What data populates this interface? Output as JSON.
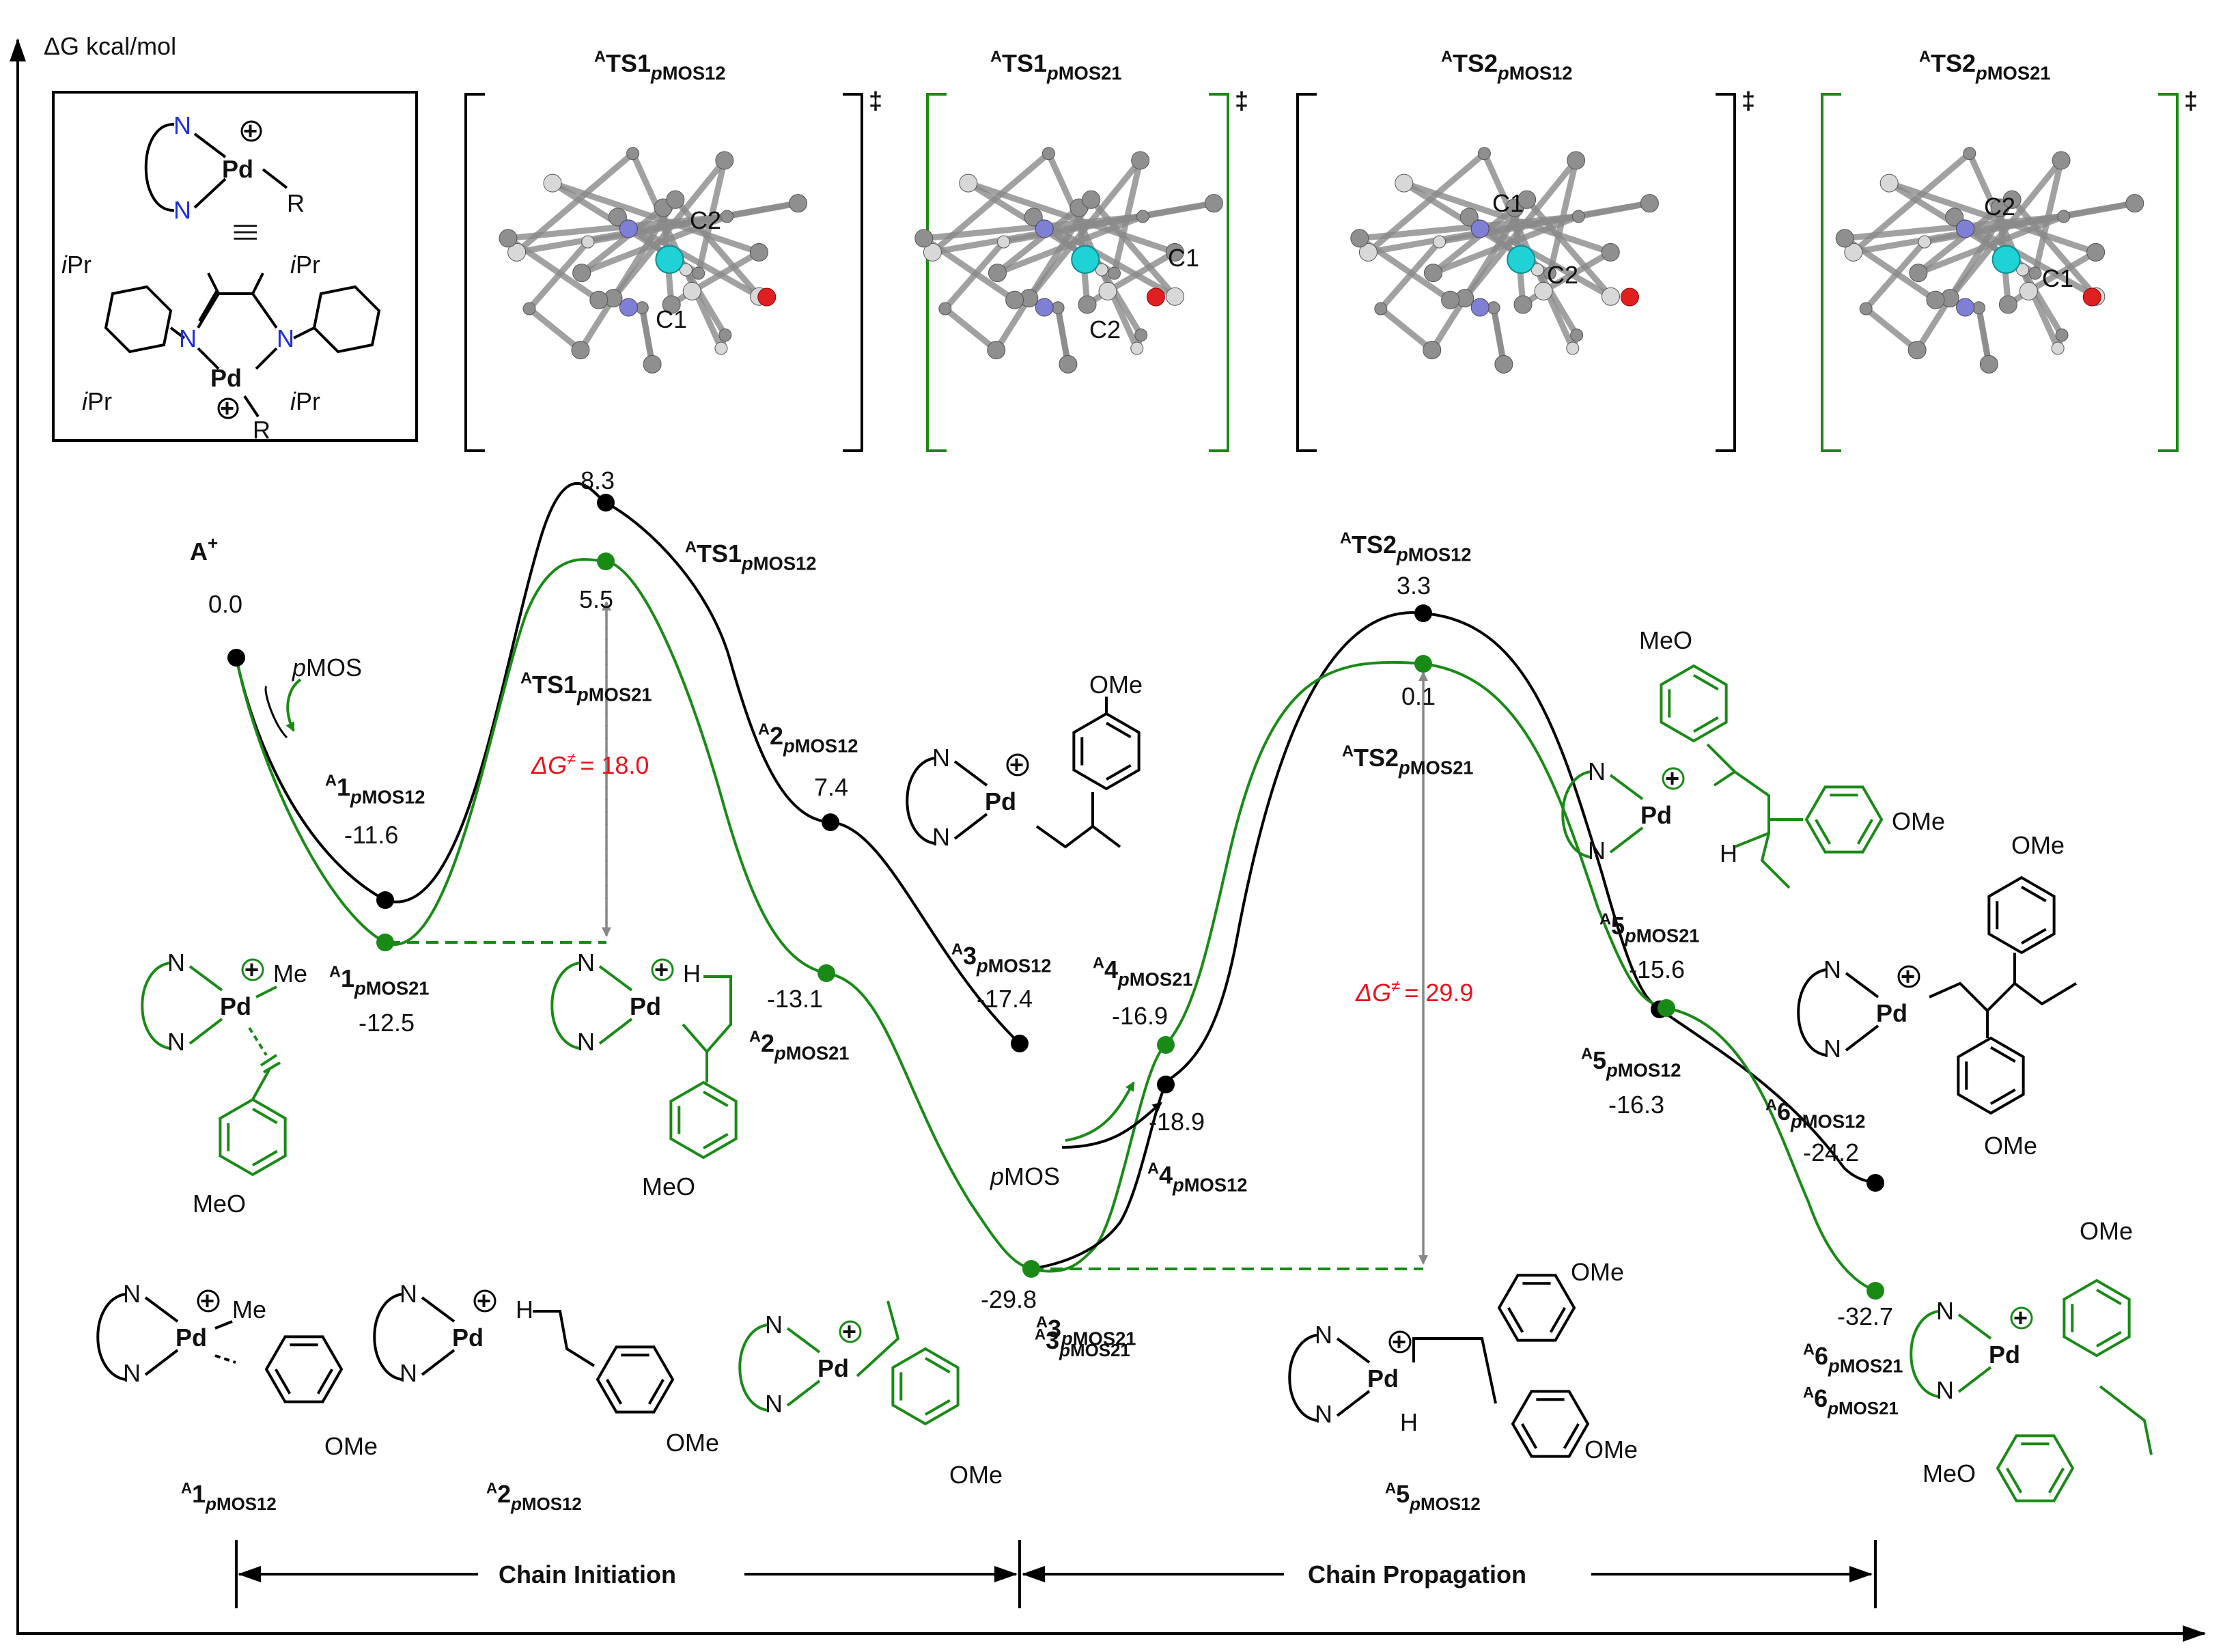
{
  "axis_label": "ΔG kcal/mol",
  "colors": {
    "pmos12": "#000000",
    "pmos21": "#1a8a17",
    "barrier": "#e8141c",
    "nitrogen": "#1d2fd8",
    "guide": "#888888"
  },
  "catalyst_key": {
    "n": "N",
    "pd": "Pd",
    "r": "R",
    "ipr_prefix": "i",
    "ipr_suffix": "Pr",
    "me": "Me",
    "equiv": "|||"
  },
  "ts_structures": [
    {
      "sup": "A",
      "name": "TS1",
      "sub": "pMOS12",
      "color": "black",
      "atom_labels": [
        "C2",
        "C1"
      ]
    },
    {
      "sup": "A",
      "name": "TS1",
      "sub": "pMOS21",
      "color": "green",
      "atom_labels": [
        "C1",
        "C2"
      ]
    },
    {
      "sup": "A",
      "name": "TS2",
      "sub": "pMOS12",
      "color": "black",
      "atom_labels": [
        "C1",
        "C2"
      ]
    },
    {
      "sup": "A",
      "name": "TS2",
      "sub": "pMOS21",
      "color": "green",
      "atom_labels": [
        "C2",
        "C1"
      ]
    }
  ],
  "dagger": "‡",
  "profile": {
    "start": {
      "name": "A",
      "charge": "+",
      "value": "0.0"
    },
    "pmos12": [
      {
        "sup": "A",
        "name": "1",
        "sub": "pMOS12",
        "value": "-11.6"
      },
      {
        "sup": "A",
        "name": "TS1",
        "sub": "pMOS12",
        "value": "8.3"
      },
      {
        "sup": "A",
        "name": "2",
        "sub": "pMOS12",
        "value": "7.4"
      },
      {
        "sup": "A",
        "name": "3",
        "sub": "pMOS12",
        "value": "-17.4"
      },
      {
        "sup": "A",
        "name": "4",
        "sub": "pMOS12",
        "value": "-18.9"
      },
      {
        "sup": "A",
        "name": "TS2",
        "sub": "pMOS12",
        "value": "3.3"
      },
      {
        "sup": "A",
        "name": "5",
        "sub": "pMOS12",
        "value": "-16.3"
      },
      {
        "sup": "A",
        "name": "6",
        "sub": "pMOS12",
        "value": "-24.2"
      }
    ],
    "pmos21": [
      {
        "sup": "A",
        "name": "1",
        "sub": "pMOS21",
        "value": "-12.5"
      },
      {
        "sup": "A",
        "name": "TS1",
        "sub": "pMOS21",
        "value": "5.5"
      },
      {
        "sup": "A",
        "name": "2",
        "sub": "pMOS21",
        "value": "-13.1"
      },
      {
        "sup": "A",
        "name": "3",
        "sub": "pMOS21",
        "value": "-29.8"
      },
      {
        "sup": "A",
        "name": "4",
        "sub": "pMOS21",
        "value": "-16.9"
      },
      {
        "sup": "A",
        "name": "TS2",
        "sub": "pMOS21",
        "value": "0.1"
      },
      {
        "sup": "A",
        "name": "5",
        "sub": "pMOS21",
        "value": "-15.6"
      },
      {
        "sup": "A",
        "name": "6",
        "sub": "pMOS21",
        "value": "-32.7"
      }
    ],
    "monomer_label": {
      "prefix": "p",
      "rest": "MOS"
    },
    "barriers": [
      {
        "prefix": "ΔG",
        "sup": "≠",
        "value": "= 18.0"
      },
      {
        "prefix": "ΔG",
        "sup": "≠",
        "value": "= 29.9"
      }
    ]
  },
  "structures": {
    "n": "N",
    "pd": "Pd",
    "h": "H",
    "me": "Me",
    "ome": "OMe",
    "meo": "MeO",
    "bottom_labels": [
      {
        "sup": "A",
        "name": "1",
        "sub": "pMOS12"
      },
      {
        "sup": "A",
        "name": "2",
        "sub": "pMOS12"
      },
      {
        "sup": "A",
        "name": "3",
        "sub": "pMOS21"
      },
      {
        "sup": "A",
        "name": "5",
        "sub": "pMOS12"
      },
      {
        "sup": "A",
        "name": "6",
        "sub": "pMOS21"
      }
    ]
  },
  "phases": [
    "Chain Initiation",
    "Chain Propagation"
  ]
}
